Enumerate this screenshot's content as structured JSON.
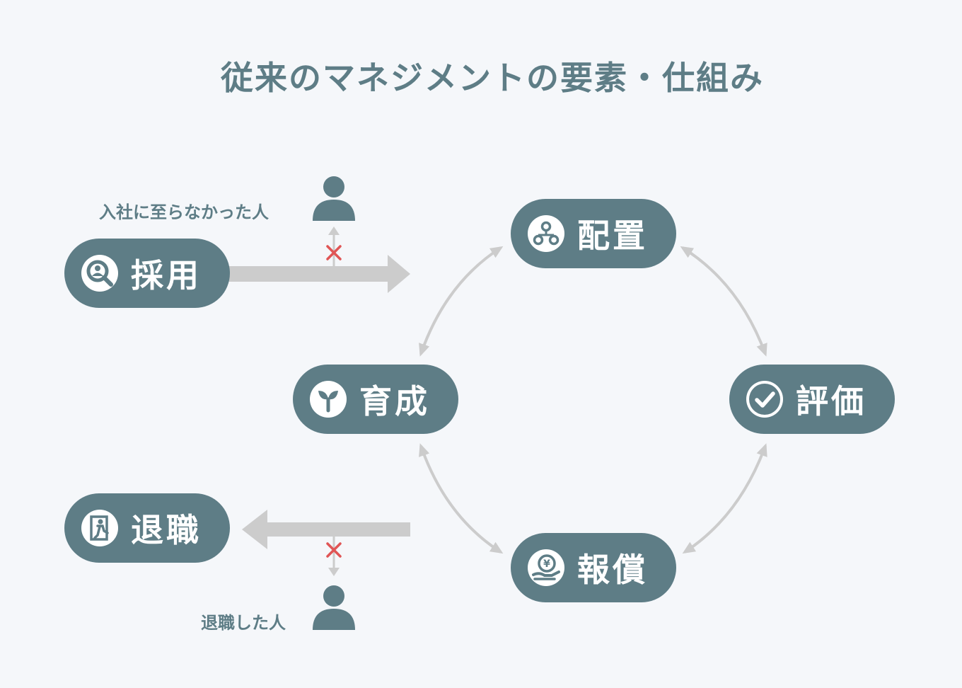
{
  "title": "従来のマネジメントの要素・仕組み",
  "colors": {
    "background": "#f5f7fa",
    "pill": "#5e7d86",
    "arrow": "#cccccc",
    "cross": "#e05555"
  },
  "nodes": {
    "hiring": {
      "label": "採用",
      "icon": "search-person-icon"
    },
    "placement": {
      "label": "配置",
      "icon": "org-chart-icon"
    },
    "training": {
      "label": "育成",
      "icon": "sprout-icon"
    },
    "evaluation": {
      "label": "評価",
      "icon": "checkmark-icon"
    },
    "reward": {
      "label": "報償",
      "icon": "yen-hand-icon"
    },
    "resignation": {
      "label": "退職",
      "icon": "exit-icon"
    }
  },
  "people": {
    "not_joined": "入社に至らなかった人",
    "resigned": "退職した人"
  }
}
